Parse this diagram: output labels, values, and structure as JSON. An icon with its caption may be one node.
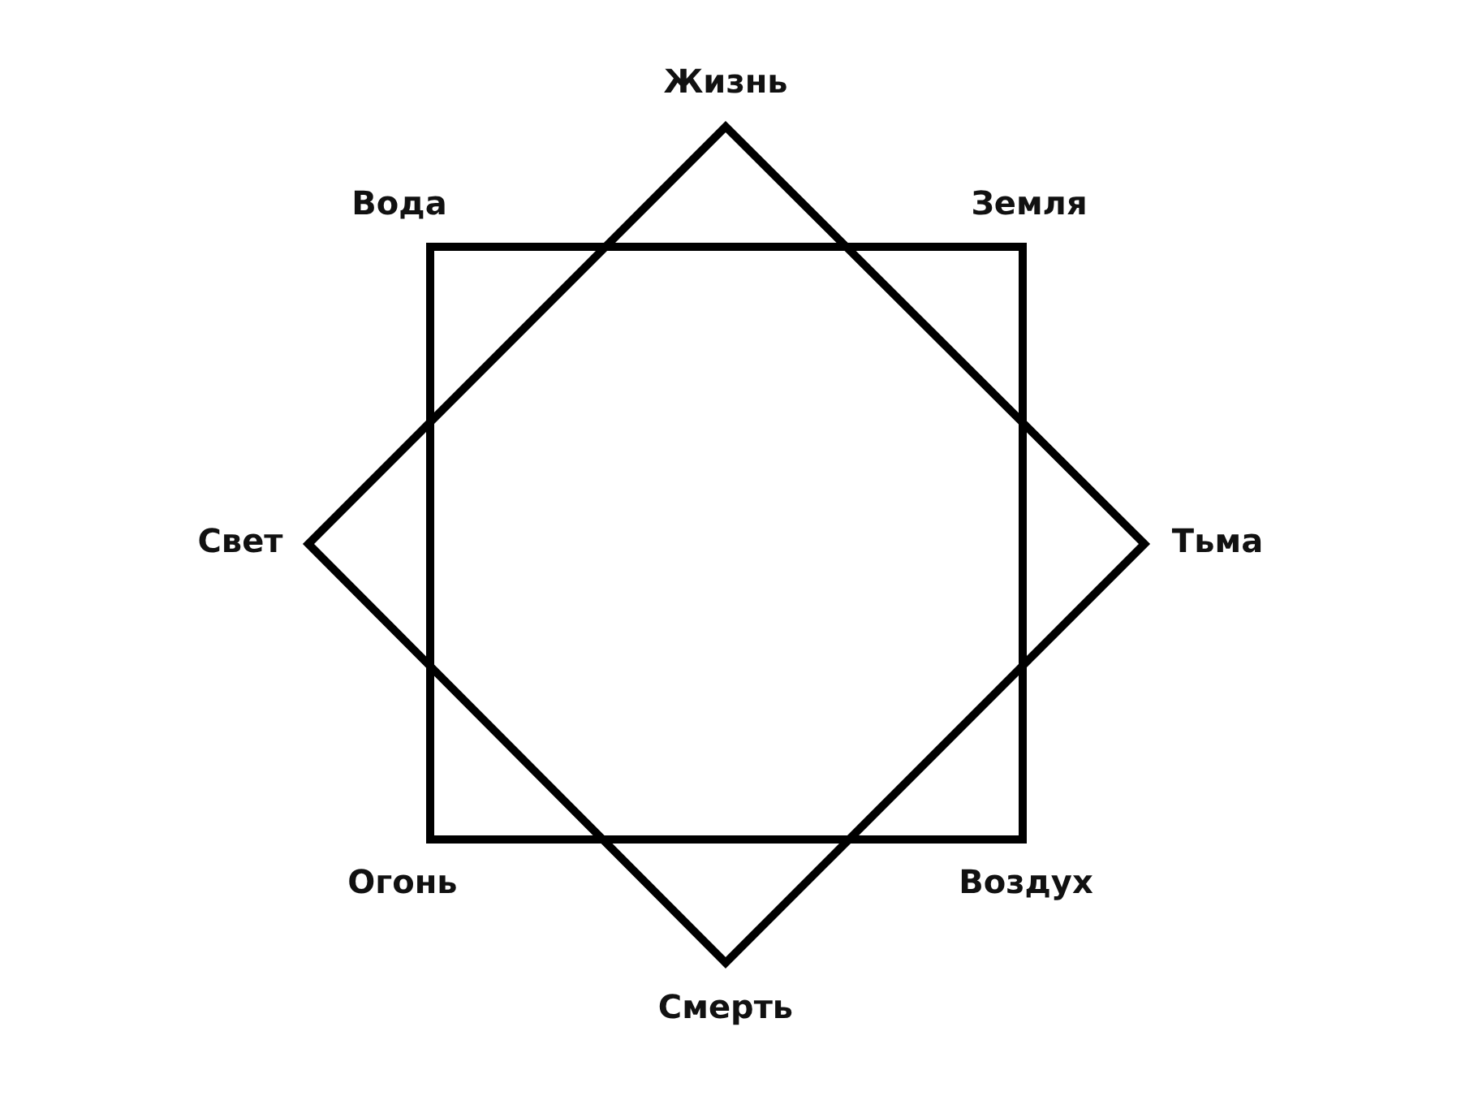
{
  "diagram": {
    "labels": [
      "Жизнь",
      "Вода",
      "Земля",
      "Свет",
      "Тьма",
      "Огонь",
      "Воздух",
      "Смерть"
    ]
  }
}
